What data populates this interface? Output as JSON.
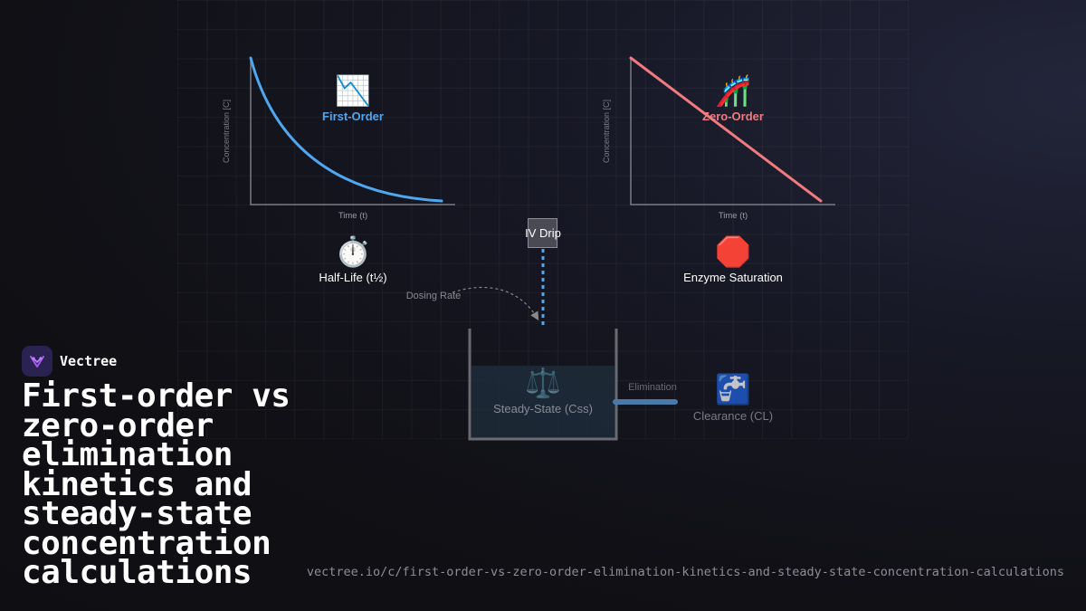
{
  "colors": {
    "first_order": "#4fa7ef",
    "zero_order": "#f07a80",
    "brand": "#a855f7",
    "drip": "#4fa7ef",
    "elimination": "#4a7aa8"
  },
  "charts": {
    "first_order": {
      "title": "First-Order",
      "icon": "chart-decreasing-icon",
      "icon_glyph": "📉",
      "x_label": "Time (t)",
      "y_label": "Concentration [C]"
    },
    "zero_order": {
      "title": "Zero-Order",
      "icon": "roller-coaster-icon",
      "icon_glyph": "🎢",
      "x_label": "Time (t)",
      "y_label": "Concentration [C]"
    }
  },
  "nodes": {
    "half_life": {
      "label": "Half-Life (t½)",
      "icon": "stopwatch-icon",
      "icon_glyph": "⏱️"
    },
    "enzyme": {
      "label": "Enzyme Saturation",
      "icon": "stop-sign-icon",
      "icon_glyph": "🛑"
    },
    "iv_drip": {
      "label": "IV Drip"
    },
    "dosing_rate": {
      "label": "Dosing Rate"
    },
    "steady_state": {
      "label": "Steady-State (Css)",
      "icon": "balance-scale-icon",
      "icon_glyph": "⚖️"
    },
    "elimination": {
      "label": "Elimination"
    },
    "clearance": {
      "label": "Clearance (CL)",
      "icon": "faucet-icon",
      "icon_glyph": "🚰"
    }
  },
  "brand": {
    "name": "Vectree",
    "logo_icon": "vectree-logo-icon"
  },
  "title": "First-order vs zero-order elimination kinetics and steady-state concentration calculations",
  "url": "vectree.io/c/first-order-vs-zero-order-elimination-kinetics-and-steady-state-concentration-calculations"
}
